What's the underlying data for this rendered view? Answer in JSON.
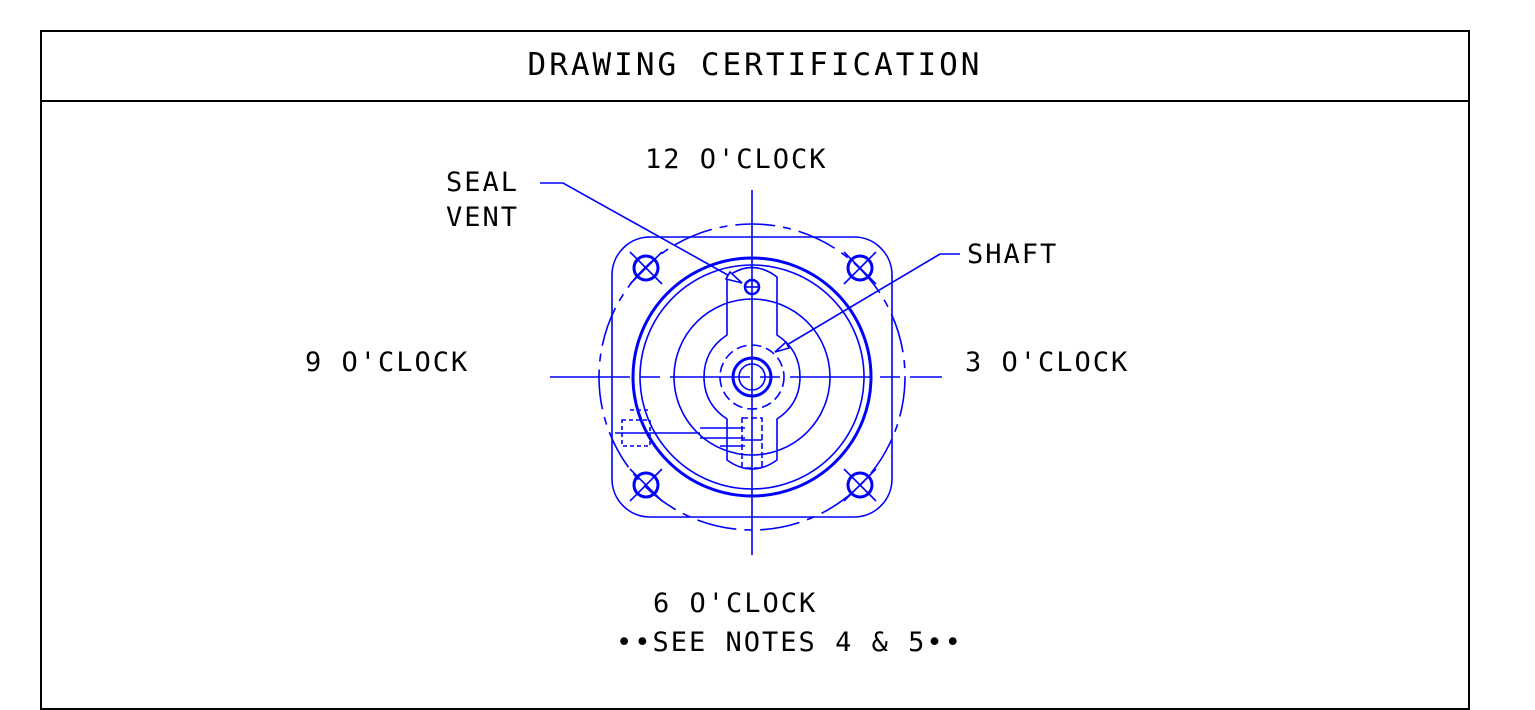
{
  "title": "DRAWING CERTIFICATION",
  "labels": {
    "twelve": "12 O'CLOCK",
    "three": "3 O'CLOCK",
    "six": "6 O'CLOCK",
    "nine": "9 O'CLOCK",
    "seal_line1": "SEAL",
    "seal_line2": "VENT",
    "shaft": "SHAFT",
    "notes": "••SEE NOTES 4 & 5••"
  },
  "colors": {
    "drawing": "#0000ff",
    "ink": "#000000"
  }
}
